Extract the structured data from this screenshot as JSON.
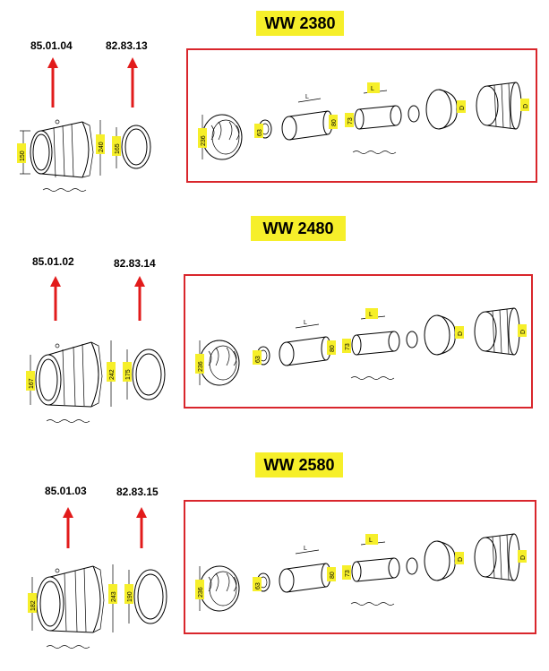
{
  "colors": {
    "frame": "#d9262c",
    "arrow": "#e21b1b",
    "label_bg": "#f6ef2a",
    "ink": "#000000"
  },
  "sections": [
    {
      "title": "WW 2380",
      "parts": [
        "85.01.04",
        "82.83.13"
      ],
      "left_dims": [
        "150",
        "240",
        "165"
      ],
      "right_dims": [
        "236",
        "63",
        "L",
        "80",
        "L",
        "73",
        "D",
        "D"
      ]
    },
    {
      "title": "WW 2480",
      "parts": [
        "85.01.02",
        "82.83.14"
      ],
      "left_dims": [
        "167",
        "242",
        "175"
      ],
      "right_dims": [
        "236",
        "63",
        "L",
        "80",
        "L",
        "73",
        "D",
        "D"
      ]
    },
    {
      "title": "WW 2580",
      "parts": [
        "85.01.03",
        "82.83.15"
      ],
      "left_dims": [
        "182",
        "243",
        "190"
      ],
      "right_dims": [
        "236",
        "63",
        "L",
        "80",
        "L",
        "73",
        "D",
        "D"
      ]
    }
  ]
}
